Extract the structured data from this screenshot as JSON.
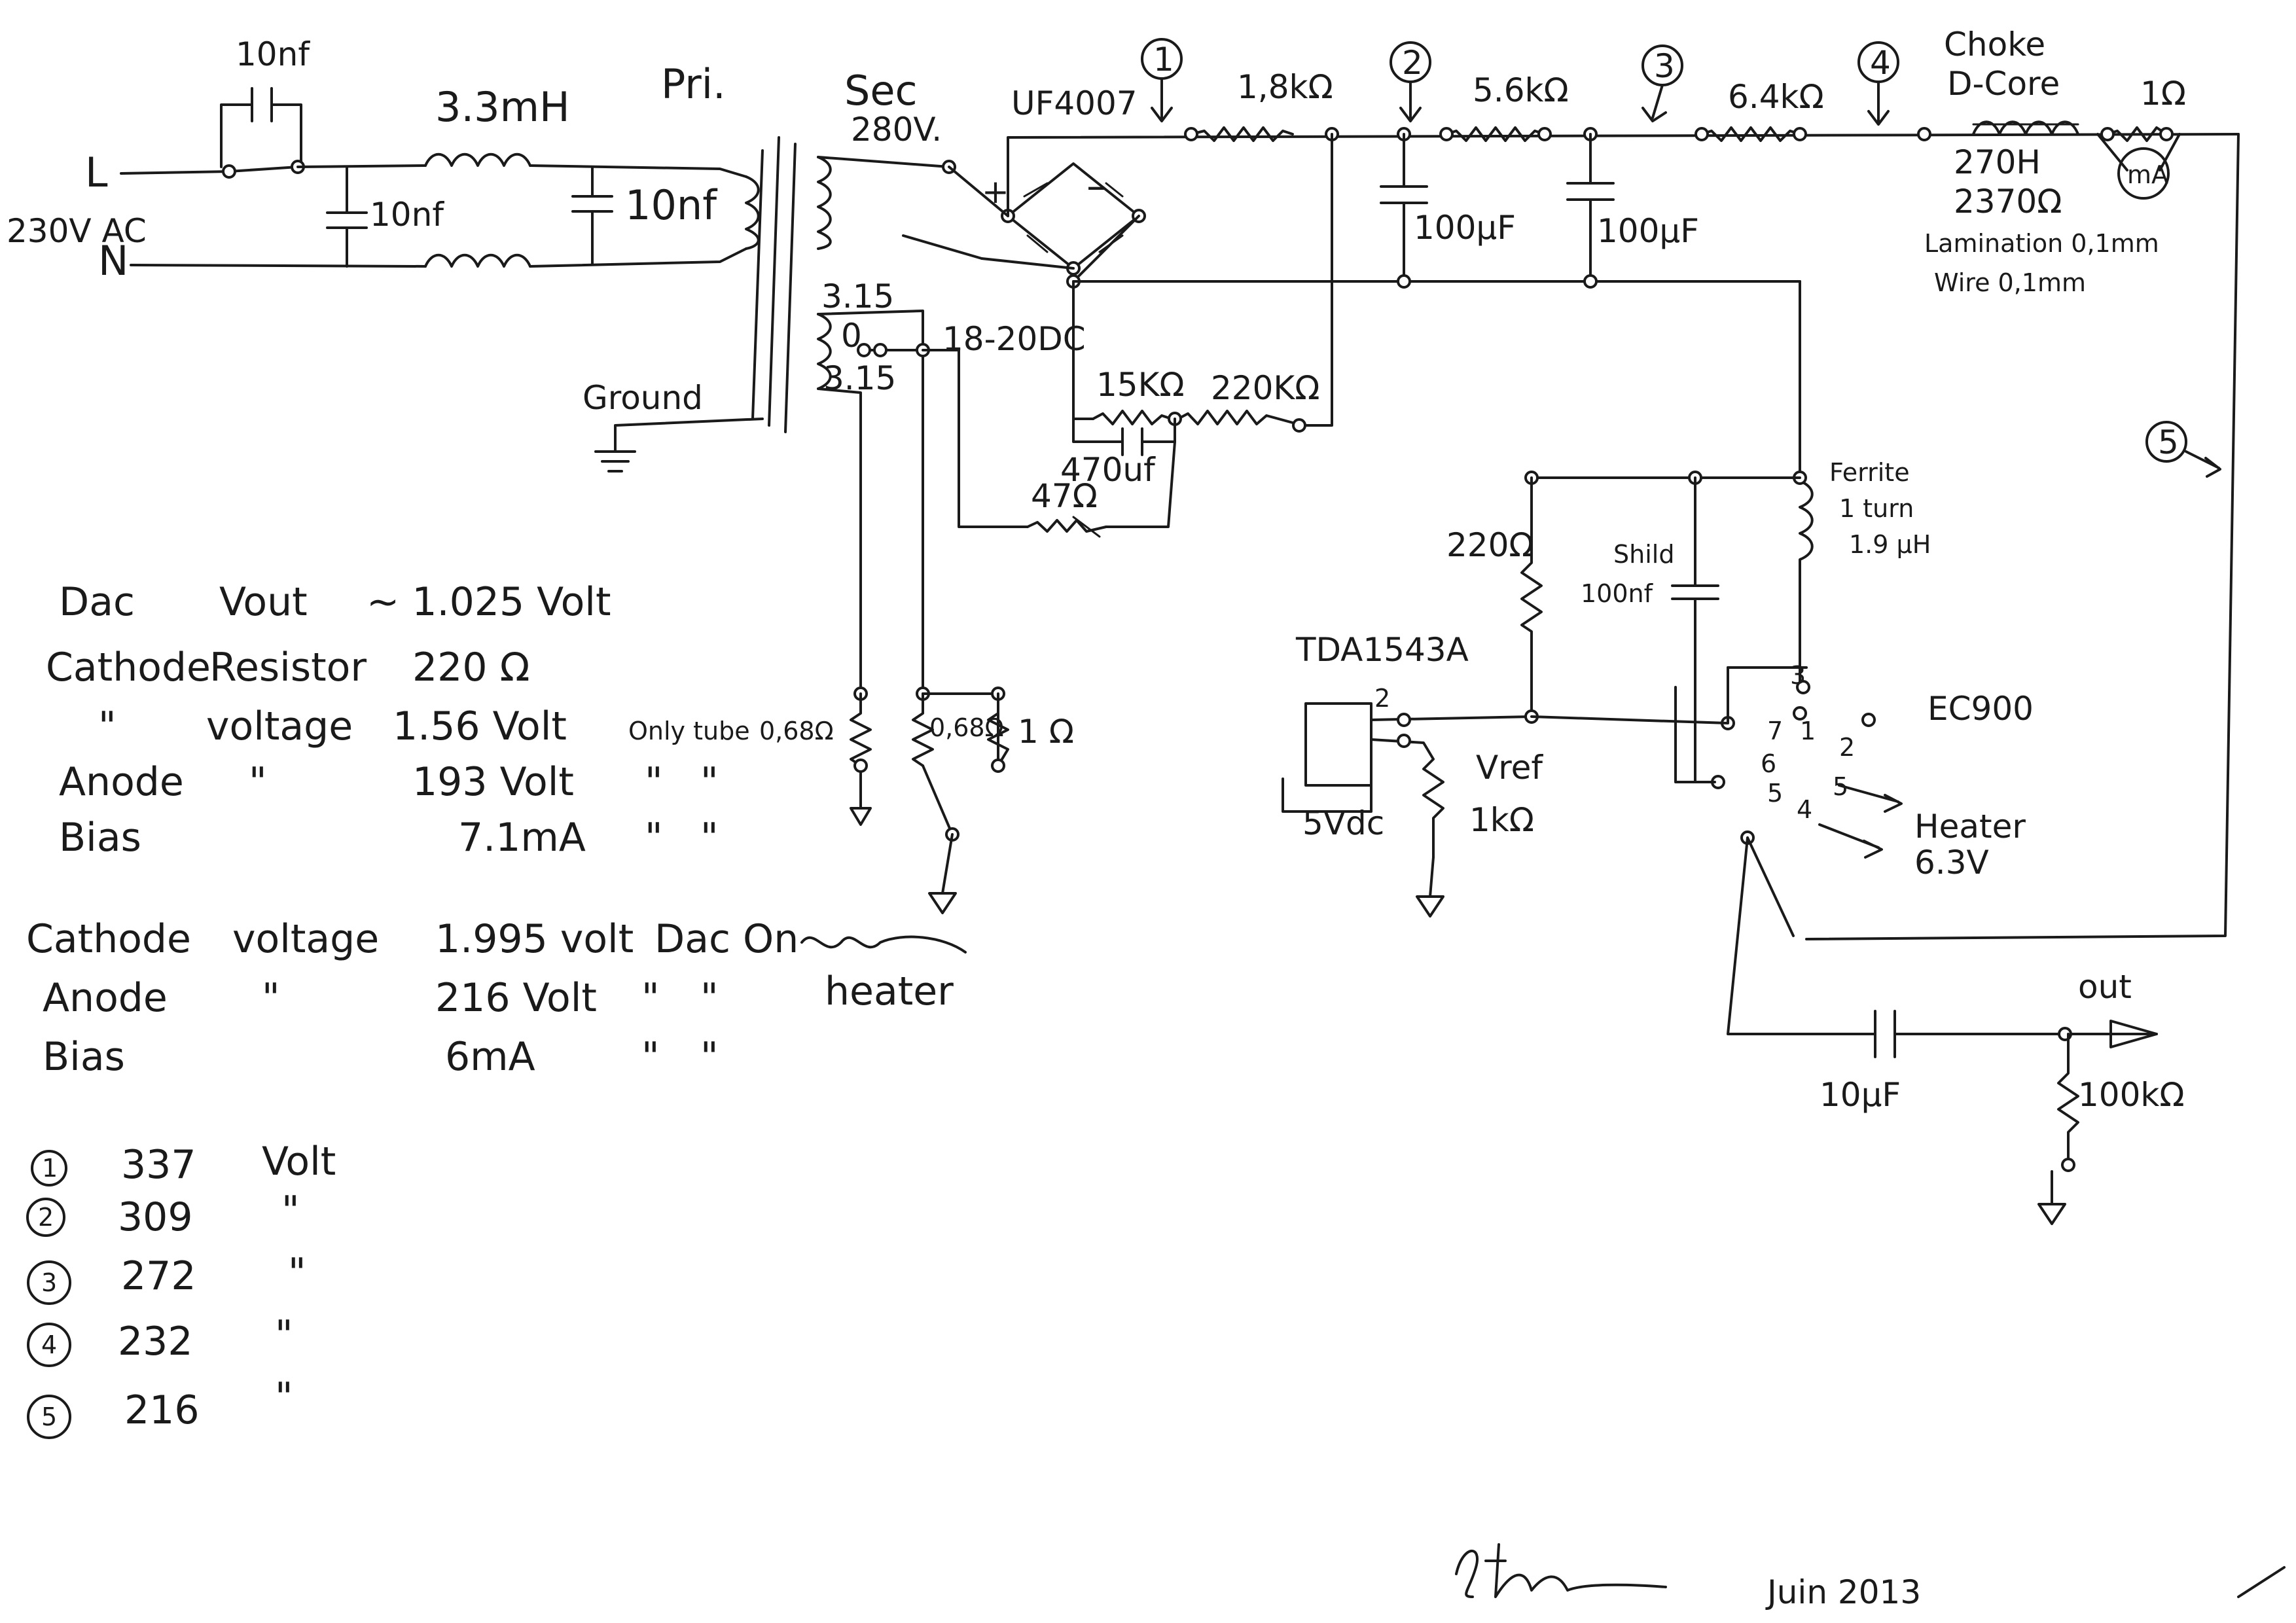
{
  "input": {
    "line": "L",
    "neutral": "N",
    "mains": "230V AC",
    "cap_across_switch": "10nf",
    "filter_cap_1": "10nf",
    "filter_cap_2": "10nf",
    "choke": "3.3mH",
    "ground": "Ground"
  },
  "transformer": {
    "primary": "Pri.",
    "secondary": "Sec",
    "sec_voltage": "280V.",
    "heater_tap_top": "3.15",
    "heater_tap_mid": "0",
    "heater_tap_bot": "3.15",
    "heater_dc": "18-20DC"
  },
  "rectifier": {
    "diodes": "UF4007",
    "plus": "+",
    "minus": "–"
  },
  "supply_chain": {
    "r1": "1,8kΩ",
    "r2": "5.6kΩ",
    "r3": "6.4kΩ",
    "c1": "100µF",
    "c2": "100µF",
    "choke_title_1": "Choke",
    "choke_title_2": "D-Core",
    "choke_value": "270H",
    "choke_dcr": "2370Ω",
    "choke_lamination": "Lamination 0,1mm",
    "choke_wire": "Wire 0,1mm",
    "sense_resistor": "1Ω",
    "meter": "mA"
  },
  "test_points": {
    "tp1": "1",
    "tp2": "2",
    "tp3": "3",
    "tp4": "4",
    "tp5": "5"
  },
  "heater_supply": {
    "r_15k": "15KΩ",
    "r_220k": "220KΩ",
    "cap": "470uf",
    "r_47": "47Ω",
    "r_068_a": "0,68Ω",
    "r_068_b": "0,68Ω",
    "r_1": "1 Ω"
  },
  "tube_stage": {
    "ferrite_1": "Ferrite",
    "ferrite_2": "1 turn",
    "ferrite_3": "1.9 µH",
    "shield_1": "Shild",
    "shield_2": "100nf",
    "grid_resistor": "220Ω",
    "dac": "TDA1543A",
    "dac_pin": "2",
    "dac_supply": "5Vdc",
    "vref_1": "Vref",
    "vref_2": "1kΩ",
    "tube": "EC900",
    "pin_3": "3",
    "pin_1": "1",
    "pin_2": "2",
    "pin_7": "7",
    "pin_6": "6",
    "pin_5a": "5",
    "pin_5b": "5",
    "pin_4": "4",
    "heater_1": "Heater",
    "heater_2": "6.3V",
    "out_cap": "10µF",
    "out_res": "100kΩ",
    "out_label": "out"
  },
  "notes": {
    "row1": [
      "Dac",
      "Vout",
      "~ 1.025 Volt",
      "",
      ""
    ],
    "row2": [
      "Cathode",
      "Resistor",
      "220 Ω",
      "",
      ""
    ],
    "row3": [
      "\"",
      "voltage",
      "1.56 Volt",
      "Only tube",
      ""
    ],
    "row4": [
      "Anode",
      "\"",
      "193 Volt",
      "\"",
      "\""
    ],
    "row5": [
      "Bias",
      "",
      "7.1mA",
      "\"",
      "\""
    ],
    "row6": [
      "Cathode",
      "voltage",
      "1.995 volt",
      "Dac On",
      ""
    ],
    "row7": [
      "Anode",
      "\"",
      "216 Volt",
      "\"",
      "\""
    ],
    "row8": [
      "Bias",
      "",
      "6mA",
      "\"",
      "\""
    ],
    "heater_note": "heater"
  },
  "voltages": [
    {
      "n": "1",
      "v": "337",
      "unit": "Volt"
    },
    {
      "n": "2",
      "v": "309",
      "unit": "\""
    },
    {
      "n": "3",
      "v": "272",
      "unit": "\""
    },
    {
      "n": "4",
      "v": "232",
      "unit": "\""
    },
    {
      "n": "5",
      "v": "216",
      "unit": "\""
    }
  ],
  "footer": {
    "date": "Juin 2013"
  }
}
